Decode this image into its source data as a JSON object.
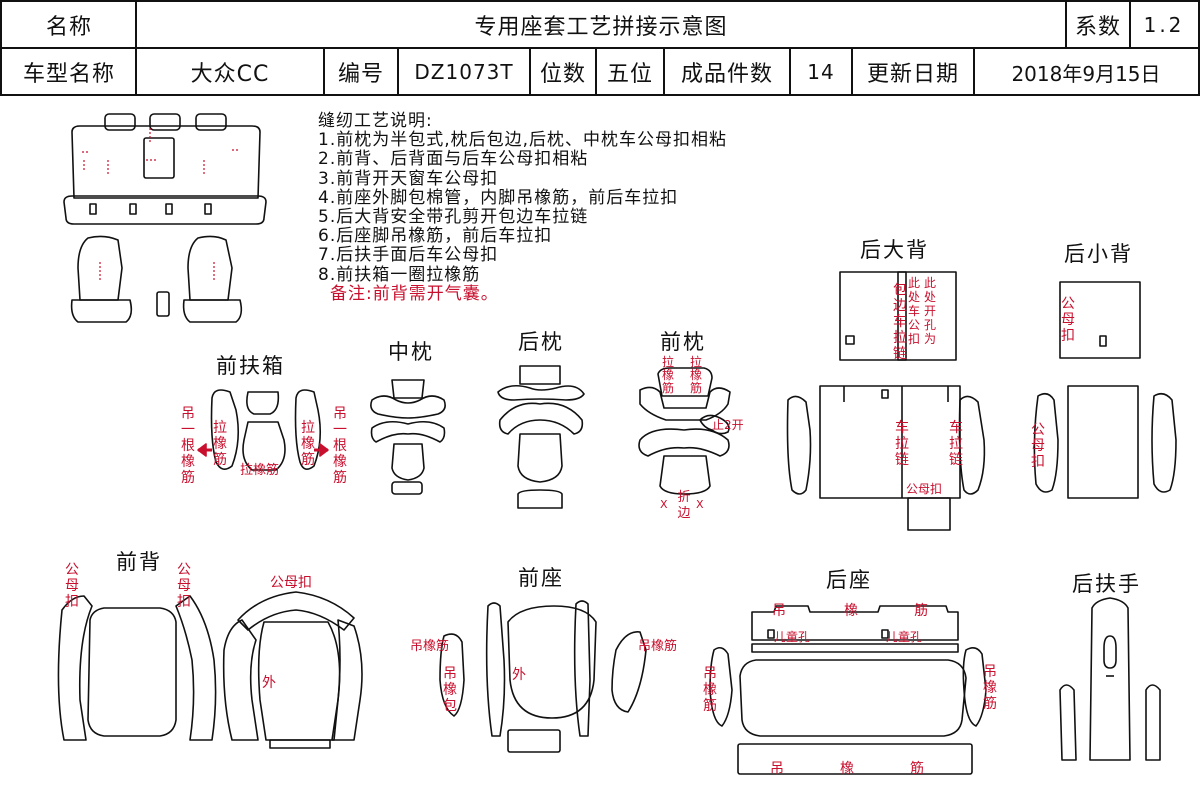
{
  "header": {
    "name_label": "名称",
    "title": "专用座套工艺拼接示意图",
    "coef_label": "系数",
    "coef_value": "1.2",
    "model_label": "车型名称",
    "model_value": "大众CC",
    "code_label": "编号",
    "code_value": "DZ1073T",
    "seats_label": "位数",
    "seats_value": "五位",
    "pieces_label": "成品件数",
    "pieces_value": "14",
    "date_label": "更新日期",
    "date_value": "2018年9月15日"
  },
  "notes": {
    "heading": "缝纫工艺说明:",
    "lines": [
      "1.前枕为半包式,枕后包边,后枕、中枕车公母扣相粘",
      "2.前背、后背面与后车公母扣相粘",
      "3.前背开天窗车公母扣",
      "4.前座外脚包棉管，内脚吊橡筋，前后车拉扣",
      "5.后大背安全带孔剪开包边车拉链",
      "6.后座脚吊橡筋，前后车拉扣",
      "7.后扶手面后车公母扣",
      "8.前扶箱一圈拉橡筋"
    ],
    "remark": "备注:前背需开气囊。"
  },
  "parts": {
    "front_armbox": "前扶箱",
    "mid_headrest": "中枕",
    "rear_headrest": "后枕",
    "front_headrest": "前枕",
    "rear_big_back": "后大背",
    "rear_small_back": "后小背",
    "front_back": "前背",
    "front_seat": "前座",
    "rear_seat": "后座",
    "rear_armrest": "后扶手"
  },
  "annotations": {
    "armbox_left": "吊一根橡筋",
    "armbox_pull_left": "拉橡筋",
    "armbox_pull_bottom": "拉橡筋",
    "armbox_pull_right": "拉橡筋",
    "armbox_right": "吊一根橡筋",
    "fh_pull_a": "拉橡筋",
    "fh_pull_b": "拉橡筋",
    "fh_open": "止2开",
    "fh_fold": "折边",
    "fh_x1": "X",
    "fh_x2": "X",
    "bb_edge": "包边车拉链",
    "bb_here_a": "此处车公扣",
    "bb_here_b": "此处开孔为",
    "bb_zip_l": "车拉链",
    "bb_zip_r": "车拉链",
    "bb_male": "公母扣",
    "sb_a": "公母扣",
    "sb_b": "公母扣",
    "fb_l": "公母扣",
    "fb_r": "公母扣",
    "fb_top": "公母扣",
    "fb_out": "外",
    "fs_hang_l": "吊橡筋",
    "fs_hang_v": "吊橡包",
    "fs_out": "外",
    "fs_hang_r": "吊橡筋",
    "rs_top1": "吊",
    "rs_top2": "橡",
    "rs_top3": "筋",
    "rs_child_l": "儿童孔",
    "rs_child_r": "儿童孔",
    "rs_side_l": "吊橡筋",
    "rs_side_r": "吊橡筋",
    "rs_bot1": "吊",
    "rs_bot2": "橡",
    "rs_bot3": "筋"
  },
  "colors": {
    "annotation": "#c8102e",
    "line": "#111111",
    "watermark": "#c7c7c7"
  }
}
